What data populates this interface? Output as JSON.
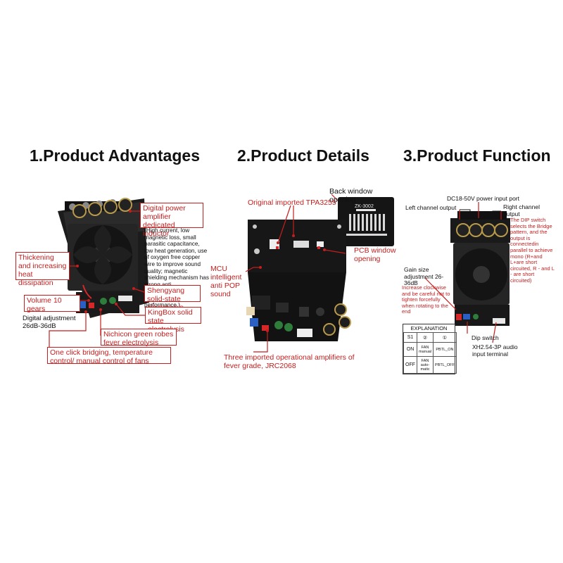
{
  "sections": {
    "advantages": {
      "title": "1.Product Advantages"
    },
    "details": {
      "title": "2.Product Details"
    },
    "function": {
      "title": "3.Product Function"
    }
  },
  "advantages": {
    "digital_power": "Digital power amplifier dedicated inductor",
    "digital_power_desc": "(High current, low magnetic loss, small parasitic capacitance, low heat generation, use of oxygen free copper wire to improve sound quality; magnetic shielding mechanism has strong anti electromagnetic interference EMI performance.)",
    "thickening": "Thickening and increasing heat dissipation",
    "volume": "Volume 10 gears",
    "digital_adjust": "Digital adjustment 26dB-36dB",
    "shengyang": "Shengyang solid-state electrolysis",
    "kingbox": "KingBox solid state electrolysis",
    "nichicon": "Nichicon green robes fever electrolysis",
    "one_click": "One click bridging, temperature control/ manual control of fans"
  },
  "details": {
    "back_window": "Back window opening",
    "board_label": "ZK-3002",
    "tpa": "Original imported TPA3255",
    "pcb_window": "PCB window opening",
    "mcu": "MCU intelligent anti POP sound",
    "opamp": "Three imported operational amplifiers of fever grade, JRC2068"
  },
  "function": {
    "dc_input": "DC18-50V power input port",
    "left_out": "Left channel output",
    "right_out": "Right channel output",
    "dip_desc": "The DIP switch selects the Bridge pattern, and the output is connectedin parallel to achieve mono (R+and L+are short circuited, R - and L - are short circuited)",
    "gain": "Gain size adjustment 26-36dB",
    "gain_warn": "Increase clockwise and be careful not to tighten forcefully when rotating to the end",
    "dip_switch": "Dip switch",
    "xh": "XH2.54-3P audio input terminal",
    "explanation": {
      "title": "EXPLANATION",
      "s1": "S1",
      "c2": "②",
      "c1": "①",
      "on": "ON",
      "fan_manual": "FAN manual",
      "pbtl_on": "PBTL_ON",
      "off": "OFF",
      "fan_auto": "FAN auto-matic",
      "pbtl_off": "PBTL_OFF"
    }
  },
  "colors": {
    "accent": "#c41e1e",
    "board": "#1a1a1a",
    "heatsink": "#2a2a2a"
  }
}
